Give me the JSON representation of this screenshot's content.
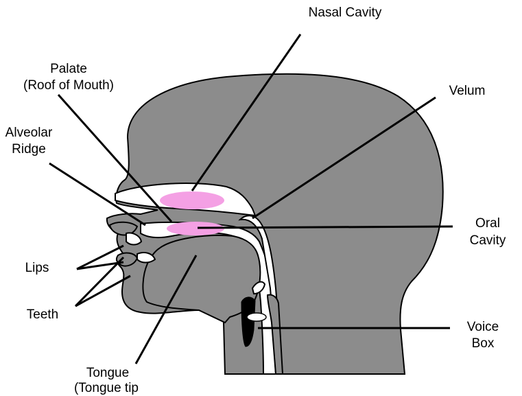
{
  "labels": {
    "nasal_cavity": "Nasal Cavity",
    "palate_1": "Palate",
    "palate_2": "(Roof of Mouth)",
    "velum": "Velum",
    "alveolar_1": "Alveolar",
    "alveolar_2": "Ridge",
    "oral_1": "Oral",
    "oral_2": "Cavity",
    "lips": "Lips",
    "teeth": "Teeth",
    "voice_1": "Voice",
    "voice_2": "Box",
    "tongue_1": "Tongue",
    "tongue_2": "(Tongue tip"
  },
  "colors": {
    "head_fill": "#8c8c8c",
    "outline": "#000000",
    "cavity_highlight": "#f4a0e4",
    "background": "#ffffff"
  }
}
